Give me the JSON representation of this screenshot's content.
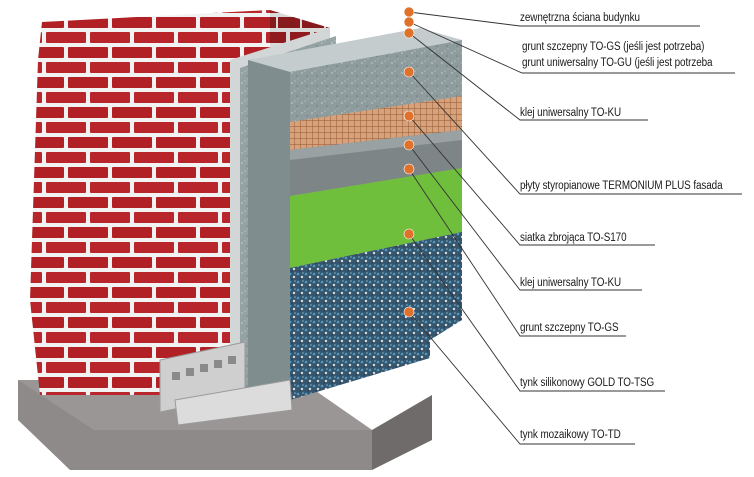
{
  "diagram": {
    "labels": [
      {
        "id": "wall",
        "lines": [
          "zewnętrzna ściana budynku"
        ]
      },
      {
        "id": "primer-1",
        "lines": [
          "grunt szczepny TO-GS (jeśli jest potrzeba)",
          "grunt uniwersalny TO-GU (jeśli jest potrzeba"
        ]
      },
      {
        "id": "adhesive-1",
        "lines": [
          "klej uniwersalny TO-KU"
        ]
      },
      {
        "id": "eps",
        "lines": [
          "płyty styropianowe TERMONIUM PLUS fasada"
        ]
      },
      {
        "id": "mesh",
        "lines": [
          "siatka zbrojąca TO-S170"
        ]
      },
      {
        "id": "adhesive-2",
        "lines": [
          "klej uniwersalny TO-KU"
        ]
      },
      {
        "id": "primer-2",
        "lines": [
          "grunt szczepny TO-GS"
        ]
      },
      {
        "id": "silicone",
        "lines": [
          "tynk silikonowy GOLD TO-TSG"
        ]
      },
      {
        "id": "mosaic",
        "lines": [
          "tynk mozaikowy TO-TD"
        ]
      }
    ],
    "colors": {
      "brick": "#b8262b",
      "mortar": "#f2f2f2",
      "plinth": "#8e8a89",
      "adhesive": "#8d9a9b",
      "eps": "#8f9ea0",
      "mesh": "#c98a5e",
      "silicone": "#6fbe3c",
      "mosaic": "#3f6d8a",
      "marker": "#e0712a",
      "leader": "#333333"
    }
  }
}
